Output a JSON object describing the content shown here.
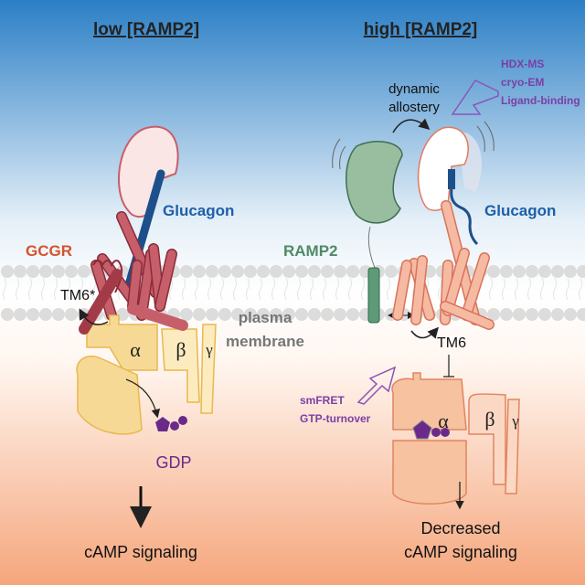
{
  "panels": {
    "left": {
      "title": "low [RAMP2]",
      "receptor_label": "GCGR",
      "ligand_label": "Glucagon",
      "tm6_label": "TM6*",
      "alpha": "α",
      "beta": "β",
      "gamma": "γ",
      "nucleotide_label": "GDP",
      "outcome": "cAMP signaling"
    },
    "right": {
      "title": "high [RAMP2]",
      "methods_top": [
        "HDX-MS",
        "cryo-EM",
        "Ligand-binding"
      ],
      "allostery_lines": [
        "dynamic",
        "allostery"
      ],
      "ramp_label": "RAMP2",
      "ligand_label": "Glucagon",
      "tm6_label": "TM6",
      "methods_bottom": [
        "smFRET",
        "GTP-turnover"
      ],
      "alpha": "α",
      "beta": "β",
      "gamma": "γ",
      "outcome_lines": [
        "Decreased",
        "cAMP signaling"
      ]
    },
    "membrane_lines": [
      "plasma",
      "membrane"
    ]
  },
  "colors": {
    "sky": "#2b7fc6",
    "cytoplasm": "#f5a67c",
    "gcgr": "#c65f6a",
    "gcgr_ramp_bound": "#f6baa3",
    "glucagon": "#1d4f8a",
    "ramp2": "#5e9a78",
    "g_protein_low": "#f7d996",
    "g_protein_high": "#f6c2a0",
    "gdp": "#6a2a8a",
    "method_text": "#7b3fa6",
    "gcgr_text": "#d4532e"
  }
}
